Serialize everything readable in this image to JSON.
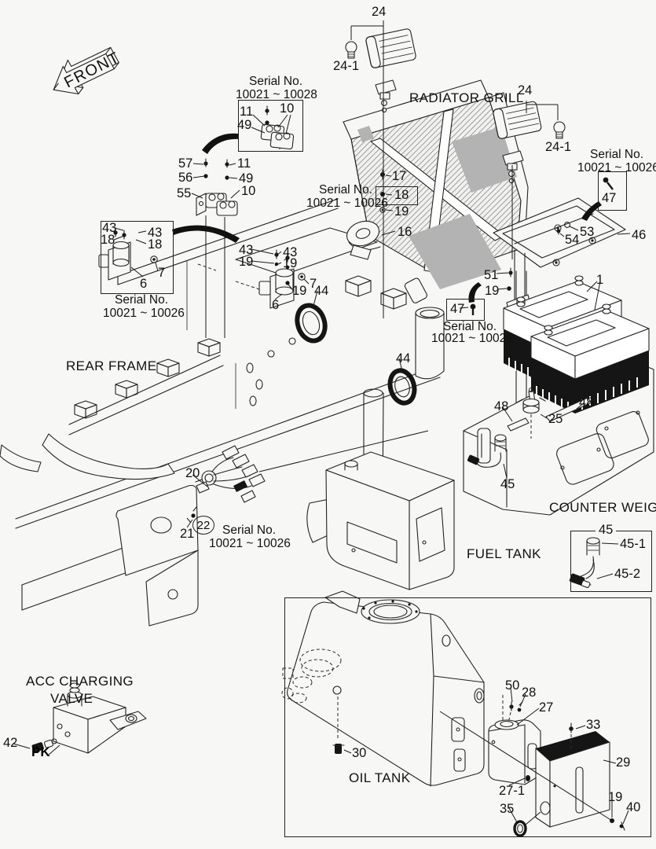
{
  "labels": {
    "front": "FRONT",
    "radiator_grill": "RADIATOR GRILL",
    "rear_frame": "REAR FRAME",
    "counter_weight": "COUNTER WEIGHT",
    "fuel_tank": "FUEL TANK",
    "oil_tank": "OIL TANK",
    "acc_line1": "ACC CHARGING",
    "acc_line2": "VALVE",
    "pk": "PK"
  },
  "serial": {
    "label": "Serial No.",
    "range_a": "10021 ~ 10028",
    "range_b": "10021 ~ 10026"
  },
  "callouts": {
    "c24_a": "24",
    "c24_1_a": "24-1",
    "c11_a": "11",
    "c10_a": "10",
    "c49_a": "49",
    "c24_b": "24",
    "c24_1_b": "24-1",
    "c47_a": "47",
    "c57": "57",
    "c11_b": "11",
    "c56": "56",
    "c49_b": "49",
    "c55": "55",
    "c10_b": "10",
    "c17": "17",
    "c18_a": "18",
    "c19_a": "19",
    "c16": "16",
    "c43_a": "43",
    "c43_b": "43",
    "c18_b": "18",
    "c18_c": "18",
    "c7_a": "7",
    "c6_a": "6",
    "c43_c": "43",
    "c43_d": "43",
    "c19_b": "19",
    "c19_c": "19",
    "c7_b": "7",
    "c19_d": "19",
    "c44_a": "44",
    "c6_b": "6",
    "c53": "53",
    "c54": "54",
    "c46": "46",
    "c51": "51",
    "c19_e": "19",
    "c1": "1",
    "c47_b": "47",
    "c48_a": "48",
    "c25": "25",
    "c48_b": "48",
    "c44_b": "44",
    "c45_a": "45",
    "c45_b": "45",
    "c45_1": "45-1",
    "c45_2": "45-2",
    "c20": "20",
    "c21": "21",
    "c22": "22",
    "c42": "42",
    "c30": "30",
    "c50": "50",
    "c28": "28",
    "c27": "27",
    "c33": "33",
    "c29": "29",
    "c27_1": "27-1",
    "c35": "35",
    "c19_f": "19",
    "c40": "40"
  }
}
